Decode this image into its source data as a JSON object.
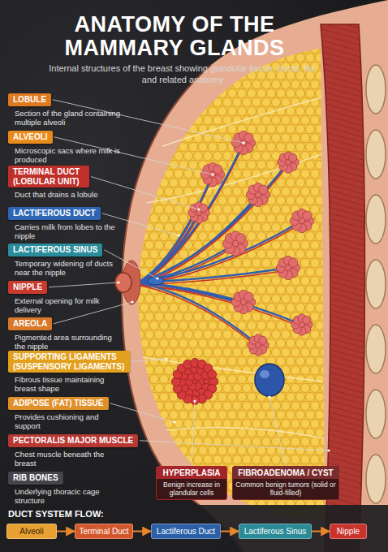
{
  "diagram": {
    "title": "ANATOMY OF THE MAMMARY GLANDS",
    "caption": "Internal structures of the breast showing glandular tissue, ducts, fat, and related anatomy",
    "nodes": [
      {
        "text": [
          "LOBULE",
          "Section of the gland containing multiple alveoli"
        ]
      },
      {
        "text": [
          "ALVEOLI",
          "Microscopic sacs where milk is produced"
        ]
      },
      {
        "text": [
          "TERMINAL DUCT (LOBULAR UNIT)",
          "Duct that drains a lobule"
        ]
      },
      {
        "text": [
          "LACTIFEROUS DUCT",
          "Carries milk from lobes to the nipple"
        ]
      },
      {
        "text": [
          "LACTIFEROUS SINUS",
          "Temporary widening of ducts near the nipple"
        ]
      },
      {
        "text": [
          "NIPPLE",
          "External opening for milk delivery"
        ]
      },
      {
        "text": [
          "AREOLA",
          "Pigmented area surrounding the nipple"
        ]
      },
      {
        "text": [
          "SUPPORTING LIGAMENTS (SUSPENSORY LIGAMENTS)",
          "Fibrous tissue maintaining breast shape"
        ]
      },
      {
        "text": [
          "ADIPOSE (FAT) TISSUE",
          "Provides cushioning and support"
        ]
      },
      {
        "text": [
          "PECTORALIS MAJOR MUSCLE",
          "Chest muscle beneath the breast"
        ]
      },
      {
        "text": [
          "RIB BONES",
          "Underlying thoracic cage structure"
        ]
      },
      {
        "text": [
          "HYPERPLASIA",
          "Benign increase in glandular cells"
        ]
      },
      {
        "text": [
          "FIBROADENOMA / CYST",
          "Common benign tumors (solid or fluid-filled)"
        ]
      },
      {
        "text": [
          "Alveoli"
        ]
      },
      {
        "text": [
          "Terminal Duct"
        ]
      },
      {
        "text": [
          "Lactiferous Duct"
        ]
      },
      {
        "text": [
          "Lactiferous Sinus"
        ]
      },
      {
        "text": [
          "Nipple"
        ]
      }
    ],
    "edges": [
      {
        "from": 13,
        "to": 14,
        "arrow": "to"
      },
      {
        "from": 14,
        "to": 15,
        "arrow": "to"
      },
      {
        "from": 15,
        "to": 16,
        "arrow": "to"
      },
      {
        "from": 16,
        "to": 17,
        "arrow": "to"
      }
    ],
    "labels": [
      "DUCT SYSTEM FLOW:"
    ]
  }
}
